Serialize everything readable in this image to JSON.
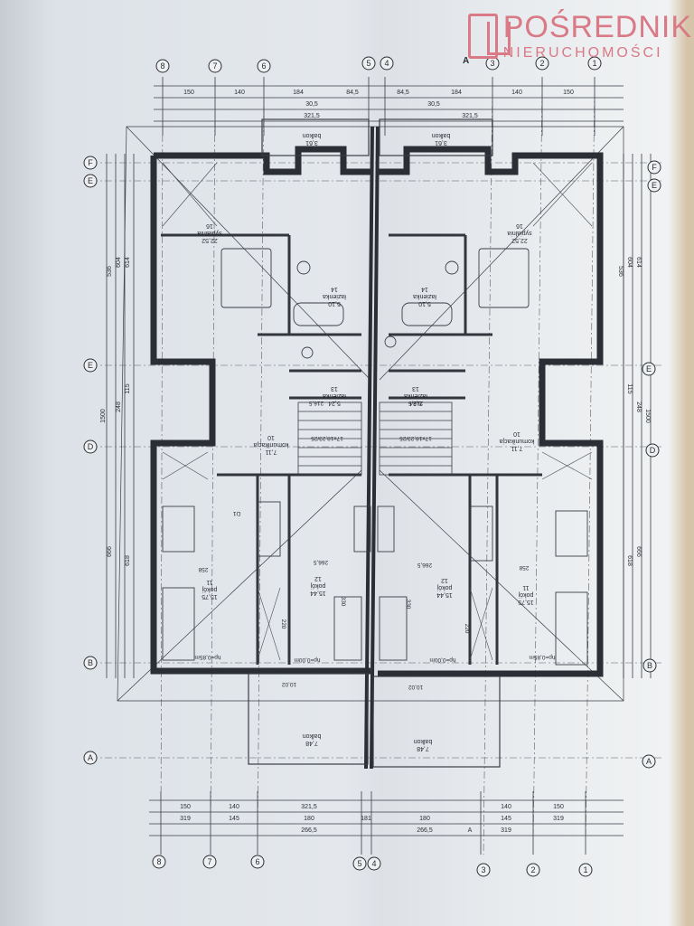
{
  "watermark": {
    "line1": "POŚREDNIK",
    "line2": "NIERUCHOMOŚCI"
  },
  "axes": {
    "top": [
      "8",
      "7",
      "6",
      "5",
      "4",
      "3",
      "2",
      "1"
    ],
    "bottom": [
      "8",
      "7",
      "6",
      "5",
      "4",
      "3",
      "2",
      "1"
    ],
    "left": [
      "F",
      "E",
      "E",
      "D",
      "B",
      "A"
    ],
    "right": [
      "F",
      "E",
      "E",
      "D",
      "B",
      "A"
    ],
    "marker_a": "A"
  },
  "top_dims": {
    "row1": [
      "150",
      "140",
      "184",
      "84,5",
      "84,5",
      "184",
      "140",
      "150"
    ],
    "row2": [
      "321,5",
      "321,5"
    ],
    "row3": [
      "30,5",
      "30,5"
    ]
  },
  "bottom_dims": {
    "row1": [
      "150",
      "140",
      "321,5",
      "140",
      "150"
    ],
    "row2": [
      "319",
      "145",
      "180",
      "181",
      "180",
      "145",
      "319"
    ],
    "row3": [
      "266,5",
      "266,5",
      "A",
      "319"
    ]
  },
  "rooms": [
    {
      "num": "16",
      "name": "sypialnia",
      "area": "22,52"
    },
    {
      "num": "16",
      "name": "sypialnia",
      "area": "22,52"
    },
    {
      "num": "14",
      "name": "łazienka",
      "area": "5,10"
    },
    {
      "num": "14",
      "name": "łazienka",
      "area": "5,10"
    },
    {
      "num": "13",
      "name": "łazienka",
      "area": "5,24"
    },
    {
      "num": "13",
      "name": "łazienka",
      "area": "5,24"
    },
    {
      "num": "10",
      "name": "komunikacja",
      "area": "7,11"
    },
    {
      "num": "10",
      "name": "komunikacja",
      "area": "7,11"
    },
    {
      "num": "11",
      "name": "pokój",
      "area": "15,75"
    },
    {
      "num": "11",
      "name": "pokój",
      "area": "15,75"
    },
    {
      "num": "12",
      "name": "pokój",
      "area": "15,44"
    },
    {
      "num": "12",
      "name": "pokój",
      "area": "15,44"
    }
  ],
  "balconies": [
    {
      "name": "balkon",
      "area": "3,61"
    },
    {
      "name": "balkon",
      "area": "3,61"
    },
    {
      "name": "balkon",
      "area": "7,48"
    },
    {
      "name": "balkon",
      "area": "7,48"
    }
  ],
  "labels": {
    "stairs_left": "17x18,23/25",
    "stairs_right": "17x18,23/25",
    "sill_1": "hp=0,85m",
    "sill_2": "hp=0,85m",
    "sill_3": "hp=0,00m",
    "sill_4": "hp=0,00m",
    "level_1": "10,02",
    "level_2": "10,02",
    "dim_216_a": "216,5",
    "dim_216_b": "216,5",
    "dim_258_a": "258",
    "dim_258_b": "258",
    "dim_266_a": "266,5",
    "dim_266_b": "266,5",
    "dim_220_a": "220",
    "dim_220_b": "220",
    "dim_330_a": "330",
    "dim_330_b": "330",
    "door_d1": "D1"
  },
  "side_dims": {
    "left": [
      "536",
      "604",
      "614",
      "1500",
      "115",
      "248",
      "666",
      "618"
    ],
    "right": [
      "536",
      "604",
      "614",
      "1500",
      "115",
      "248",
      "666",
      "618"
    ]
  }
}
